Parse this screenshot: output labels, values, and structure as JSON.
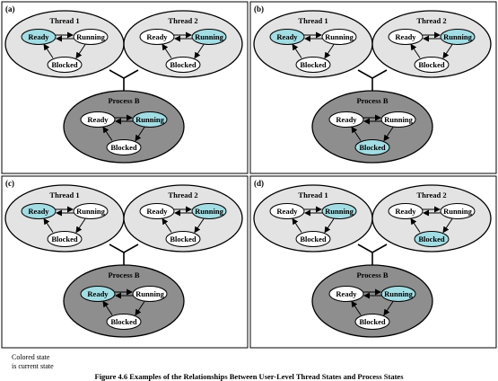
{
  "colors": {
    "current_state": "#a3dde4",
    "state_default": "#ffffff",
    "thread_background": "#e3e3e3",
    "process_background": "#8e8e8e"
  },
  "labels": {
    "thread1": "Thread 1",
    "thread2": "Thread 2",
    "process": "Process B",
    "ready": "Ready",
    "running": "Running",
    "blocked": "Blocked"
  },
  "panels": [
    {
      "id": "a",
      "label": "(a)",
      "current": {
        "thread1": "ready",
        "thread2": "running",
        "process": "running"
      }
    },
    {
      "id": "b",
      "label": "(b)",
      "current": {
        "thread1": "ready",
        "thread2": "running",
        "process": "blocked"
      }
    },
    {
      "id": "c",
      "label": "(c)",
      "current": {
        "thread1": "ready",
        "thread2": "running",
        "process": "ready"
      }
    },
    {
      "id": "d",
      "label": "(d)",
      "current": {
        "thread1": "running",
        "thread2": "blocked",
        "process": "running"
      }
    }
  ],
  "legend": {
    "line1": "Colored state",
    "line2": "is current state"
  },
  "caption": "Figure 4.6 Examples of the Relationships Between User-Level Thread States and Process States"
}
